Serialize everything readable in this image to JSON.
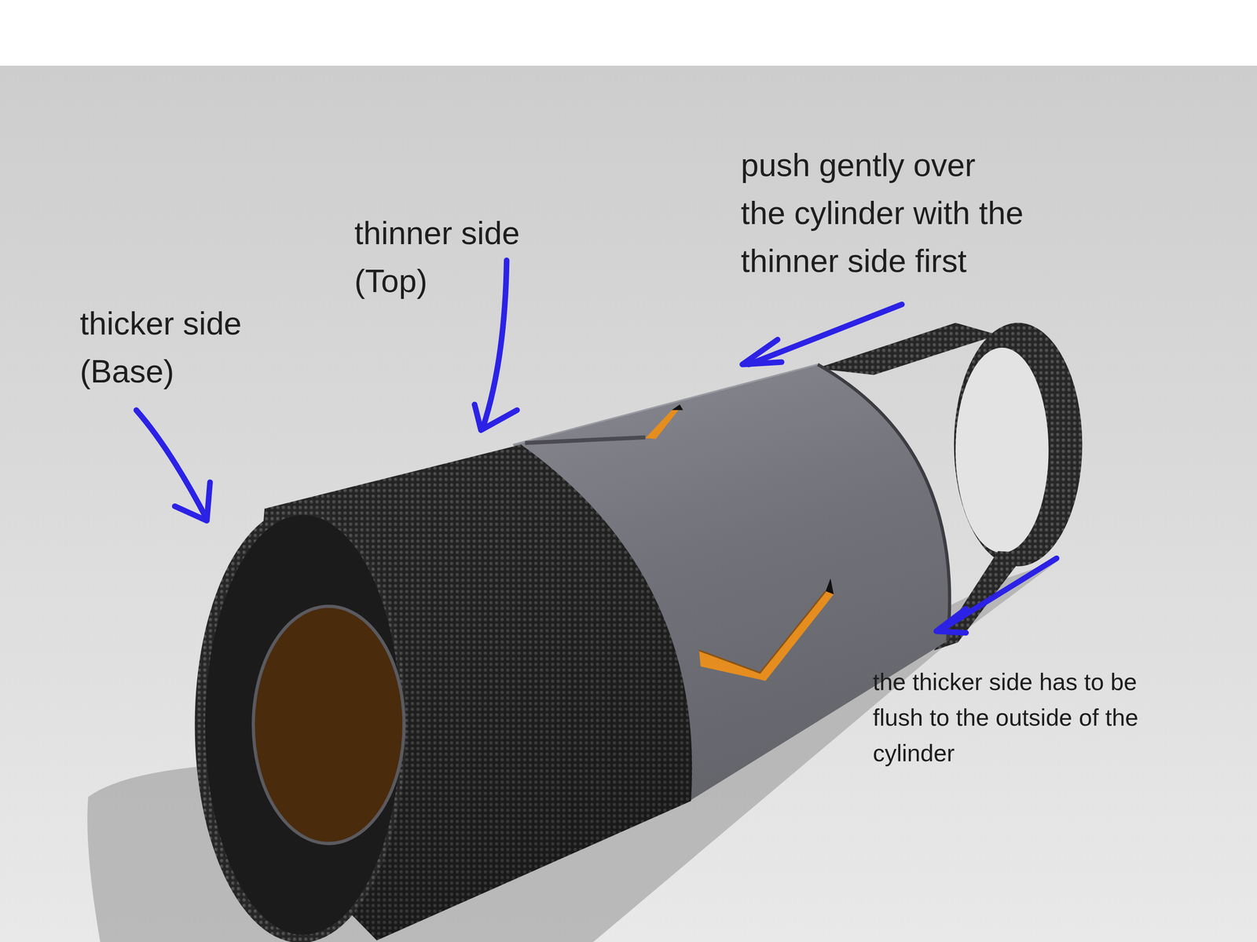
{
  "diagram": {
    "labels": [
      "thicker side (Base)",
      "thinner side (Top)",
      "push gently over the cylinder with the thinner side first",
      "the thicker side has to be flush to the outside of the cylinder"
    ]
  }
}
